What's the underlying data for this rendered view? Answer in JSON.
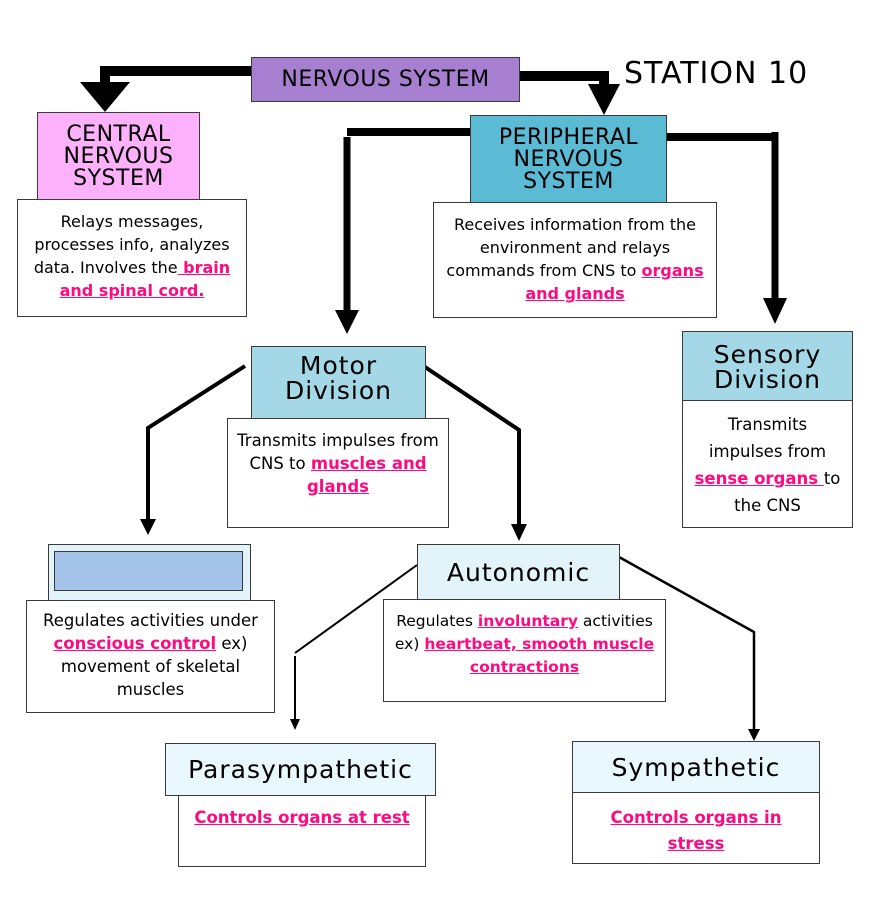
{
  "station_label": "STATION 10",
  "colors": {
    "root": "#a77fd1",
    "central": "#fdb1fb",
    "peripheral": "#5bbad4",
    "division": "#a5d8e6",
    "light": "#e2f3f9",
    "palest": "#e8f8fd",
    "blank_inner": "#a3c4e8",
    "highlight": "#ff0a80"
  },
  "nodes": {
    "root": {
      "title": "NERVOUS SYSTEM"
    },
    "central": {
      "title_lines": [
        "CENTRAL",
        "NERVOUS",
        "SYSTEM"
      ],
      "desc": [
        {
          "text": "Relays messages, processes info, analyzes data. Involves the",
          "hl": false
        },
        {
          "text": " brain and  spinal cord.",
          "hl": true
        }
      ]
    },
    "peripheral": {
      "title_lines": [
        "PERIPHERAL",
        "NERVOUS",
        "SYSTEM"
      ],
      "desc": [
        {
          "text": "Receives information from the environment and relays commands from CNS to ",
          "hl": false
        },
        {
          "text": "organs and glands",
          "hl": true
        }
      ]
    },
    "motor": {
      "title_lines": [
        "Motor",
        "Division"
      ],
      "desc": [
        {
          "text": "Transmits impulses from CNS to ",
          "hl": false
        },
        {
          "text": "muscles and  glands",
          "hl": true
        }
      ]
    },
    "sensory": {
      "title_lines": [
        "Sensory",
        "Division"
      ],
      "desc": [
        {
          "text": "Transmits impulses from ",
          "hl": false
        },
        {
          "text": "sense organs ",
          "hl": true
        },
        {
          "text": "to the CNS",
          "hl": false
        }
      ]
    },
    "somatic": {
      "title_value": "",
      "desc": [
        {
          "text": "Regulates activities under ",
          "hl": false
        },
        {
          "text": "conscious control",
          "hl": true
        },
        {
          "text": " ex) movement of skeletal muscles",
          "hl": false
        }
      ]
    },
    "autonomic": {
      "title": "Autonomic",
      "desc": [
        {
          "text": "Regulates ",
          "hl": false
        },
        {
          "text": "involuntary",
          "hl": true
        },
        {
          "text": " activities ex) ",
          "hl": false
        },
        {
          "text": "heartbeat, smooth muscle contractions",
          "hl": true
        }
      ]
    },
    "parasympathetic": {
      "title": "Parasympathetic",
      "desc": [
        {
          "text": "Controls organs at rest",
          "hl": true
        }
      ]
    },
    "sympathetic": {
      "title": "Sympathetic",
      "desc": [
        {
          "text": "Controls organs in stress",
          "hl": true
        }
      ]
    }
  }
}
